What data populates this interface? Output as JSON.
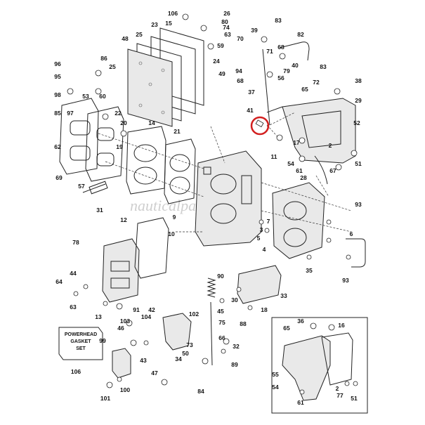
{
  "watermark": "nauticalpaper",
  "gasket_set_label": [
    "POWERHEAD",
    "GASKET",
    "SET"
  ],
  "highlighted_part": "41",
  "part_numbers": {
    "p106a": "106",
    "p26": "26",
    "p15": "15",
    "p80": "80",
    "p63a": "63",
    "p83a": "83",
    "p23": "23",
    "p74a": "74",
    "p25a": "25",
    "p59": "59",
    "p39": "39",
    "p70": "70",
    "p82": "82",
    "p48": "48",
    "p24": "24",
    "p71": "71",
    "p68a": "68",
    "p25b": "25",
    "p86": "86",
    "p79": "79",
    "p40": "40",
    "p83b": "83",
    "p96": "96",
    "p94": "94",
    "p56": "56",
    "p72": "72",
    "p49": "49",
    "p68b": "68",
    "p95": "95",
    "p65a": "65",
    "p38": "38",
    "p98": "98",
    "p53": "53",
    "p60": "60",
    "p37": "37",
    "p29": "29",
    "p85": "85",
    "p97": "97",
    "p22": "22",
    "p41": "41",
    "p20": "20",
    "p14": "14",
    "p52": "52",
    "p62": "62",
    "p19": "19",
    "p21": "21",
    "p17": "17",
    "p2": "2",
    "p69": "69",
    "p11": "11",
    "p54a": "54",
    "p61a": "61",
    "p67": "67",
    "p51a": "51",
    "p57": "57",
    "p28": "28",
    "p31": "31",
    "p93a": "93",
    "p12": "12",
    "p9": "9",
    "p7": "7",
    "p3": "3",
    "p6": "6",
    "p10": "10",
    "p5": "5",
    "p4": "4",
    "p78": "78",
    "p35": "35",
    "p93b": "93",
    "p44": "44",
    "p64": "64",
    "p90": "90",
    "p33": "33",
    "p63b": "63",
    "p45": "45",
    "p30": "30",
    "p18": "18",
    "p13": "13",
    "p91": "91",
    "p42": "42",
    "p102": "102",
    "p88": "88",
    "p103": "103",
    "p104": "104",
    "p75": "75",
    "p46": "46",
    "p66": "66",
    "p99": "99",
    "p73": "73",
    "p32": "32",
    "p50": "50",
    "p43": "43",
    "p34": "34",
    "p89": "89",
    "p106b": "106",
    "p47": "47",
    "p100": "100",
    "p84": "84",
    "p101": "101",
    "p65b": "65",
    "p36": "36",
    "p16": "16",
    "p55": "55",
    "p54b": "54",
    "p77": "77",
    "p61b": "61",
    "p51b": "51",
    "p2b": "2"
  }
}
